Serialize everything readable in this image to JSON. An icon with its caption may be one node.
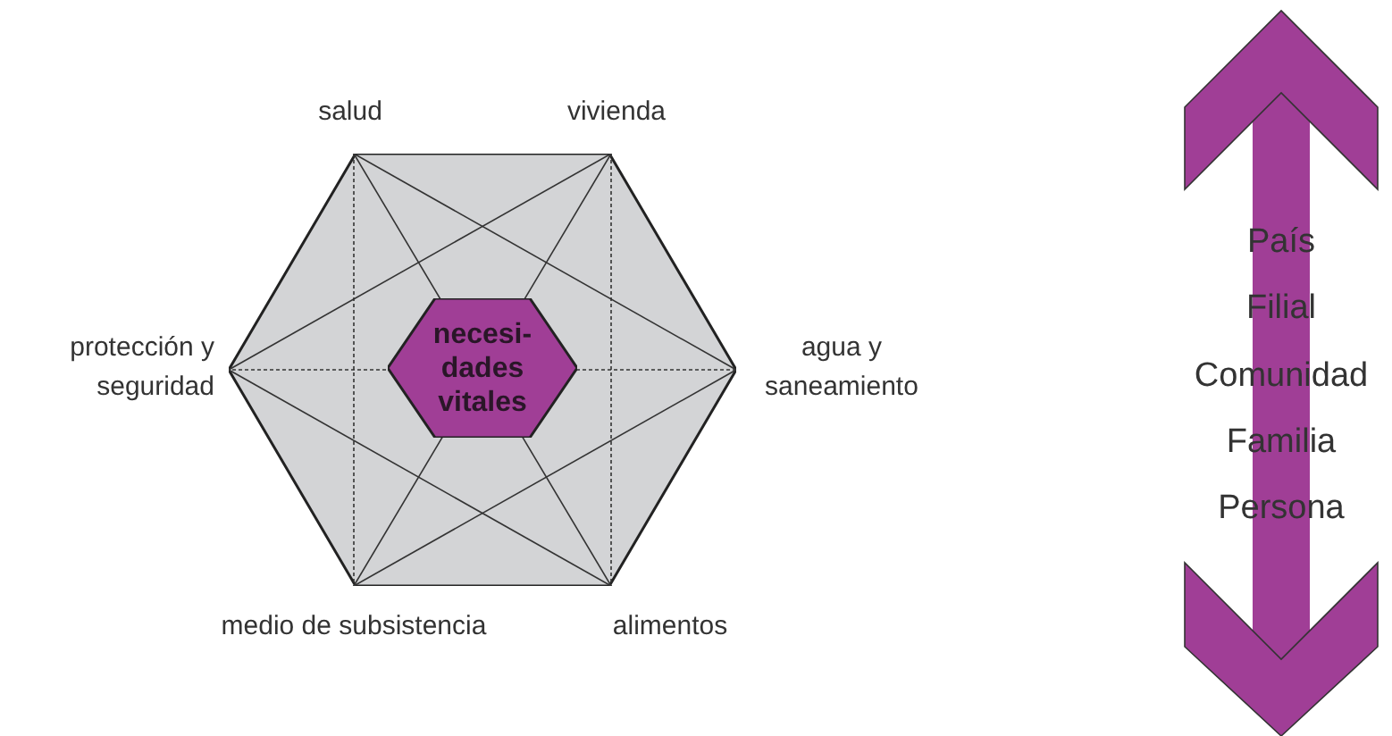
{
  "diagram": {
    "nodes": [
      {
        "text": [],
        "shape": "hexagon"
      },
      {
        "text": [
          "necesi- dades vitales"
        ],
        "in": 0
      }
    ],
    "labels": [
      "salud",
      "vivienda",
      "protección y seguridad",
      "agua y saneamiento",
      "medio de subsistencia",
      "alimentos",
      "País",
      "Filial",
      "Comunidad",
      "Familia",
      "Persona"
    ]
  }
}
